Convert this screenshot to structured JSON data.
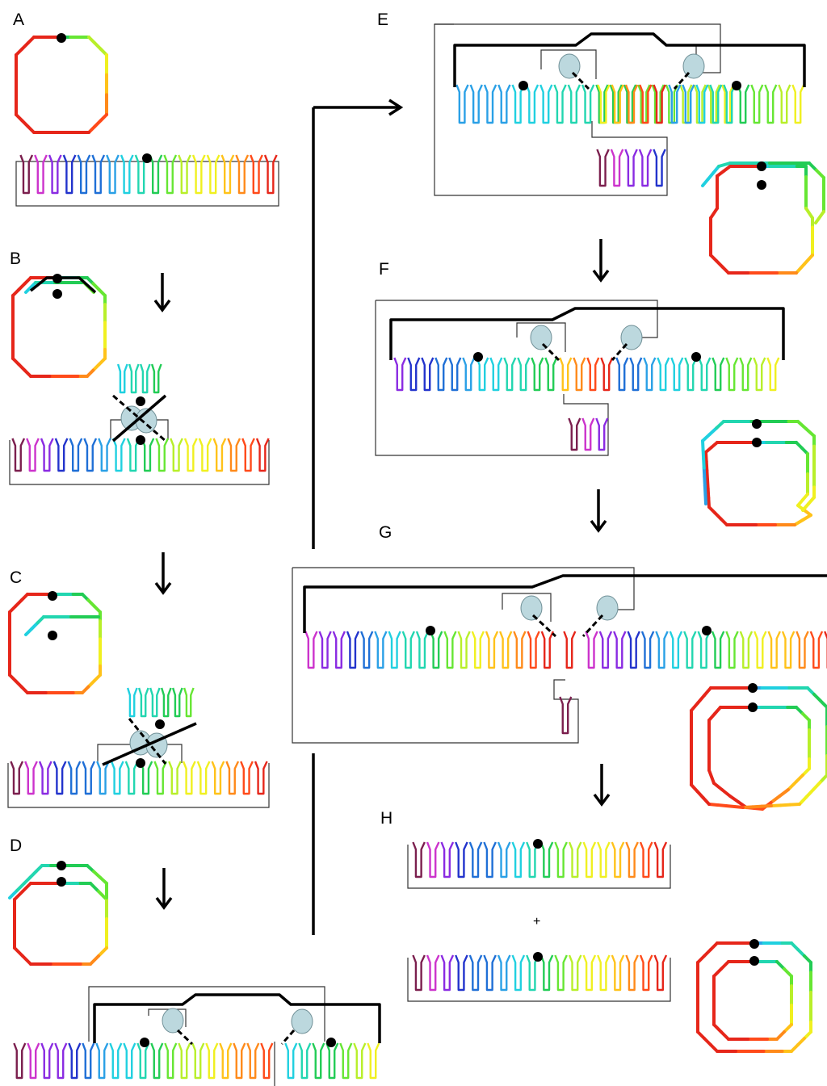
{
  "panels": {
    "a": {
      "label": "A"
    },
    "b": {
      "label": "B"
    },
    "c": {
      "label": "C"
    },
    "d": {
      "label": "D"
    },
    "e": {
      "label": "E"
    },
    "f": {
      "label": "F"
    },
    "g": {
      "label": "G"
    },
    "h": {
      "label": "H",
      "plus": "+"
    }
  },
  "colors": {
    "strand": [
      "#7b1f4e",
      "#cc33cc",
      "#8a2be2",
      "#2233cc",
      "#1f6fd6",
      "#2aa0e6",
      "#20d0e0",
      "#22d6b0",
      "#22cc55",
      "#66e633",
      "#b8ef2a",
      "#f0f020",
      "#ffc21a",
      "#ff8a1a",
      "#ff4a1a",
      "#e6261a"
    ],
    "protein": "#bcd8de",
    "line": "#000000"
  }
}
